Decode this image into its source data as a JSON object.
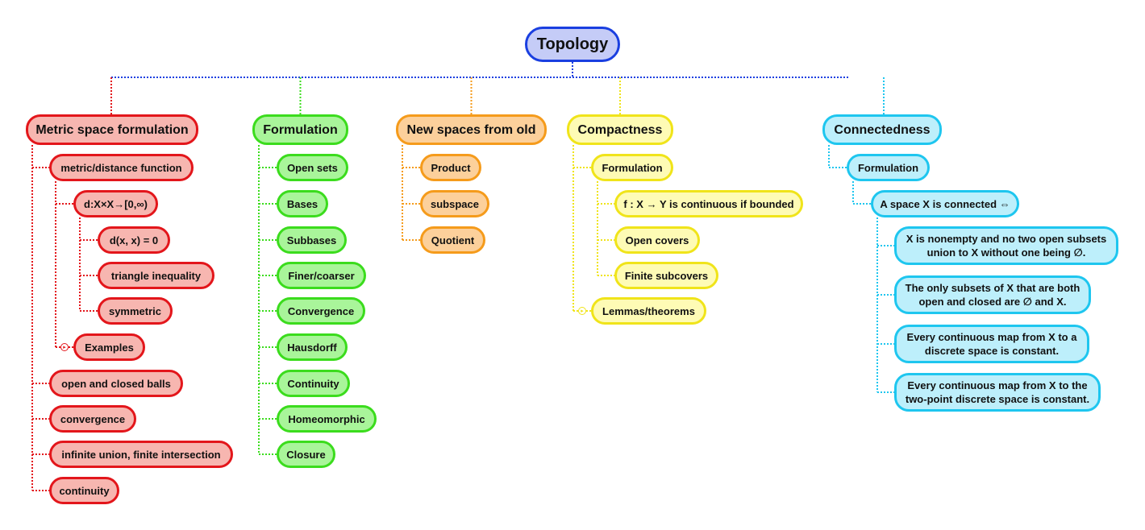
{
  "root": {
    "label": "Topology",
    "fill": "#c5ccf7",
    "stroke": "#1a3fe0"
  },
  "branches": [
    {
      "label": "Metric space formulation",
      "fill": "#f7b6b0",
      "stroke": "#e3161b",
      "children": [
        {
          "label": "metric/distance function",
          "children": [
            {
              "label": "d:X×X→[0,∞)",
              "children": [
                {
                  "label": "d(x, x) = 0"
                },
                {
                  "label": "triangle inequality"
                },
                {
                  "label": "symmetric"
                }
              ]
            },
            {
              "label": "Examples",
              "collapsed": true
            }
          ]
        },
        {
          "label": "open and closed balls"
        },
        {
          "label": "convergence"
        },
        {
          "label": "infinite union, finite intersection"
        },
        {
          "label": "continuity"
        }
      ]
    },
    {
      "label": "Formulation",
      "fill": "#a9f59a",
      "stroke": "#3bdc1d",
      "children": [
        {
          "label": "Open sets"
        },
        {
          "label": "Bases"
        },
        {
          "label": "Subbases"
        },
        {
          "label": "Finer/coarser"
        },
        {
          "label": "Convergence"
        },
        {
          "label": "Hausdorff"
        },
        {
          "label": "Continuity"
        },
        {
          "label": "Homeomorphic"
        },
        {
          "label": "Closure"
        }
      ]
    },
    {
      "label": "New spaces from old",
      "fill": "#fcd09b",
      "stroke": "#f59b1b",
      "children": [
        {
          "label": "Product"
        },
        {
          "label": "subspace"
        },
        {
          "label": "Quotient"
        }
      ]
    },
    {
      "label": "Compactness",
      "fill": "#fefbb5",
      "stroke": "#f0e41a",
      "children": [
        {
          "label": "Formulation",
          "children": [
            {
              "label": "f : X → Y is continuous if bounded"
            },
            {
              "label": "Open covers"
            },
            {
              "label": "Finite subcovers"
            }
          ]
        },
        {
          "label": "Lemmas/theorems",
          "collapsed": true
        }
      ]
    },
    {
      "label": "Connectedness",
      "fill": "#bdeffb",
      "stroke": "#1ec6ef",
      "children": [
        {
          "label": "Formulation",
          "children": [
            {
              "label": "A space X is connected ⇔",
              "children": [
                {
                  "label": "X is nonempty and no two open subsets union to X without one being ∅."
                },
                {
                  "label": "The only subsets of X that are both open and closed are ∅ and X."
                },
                {
                  "label": "Every continuous map from X to a discrete space is constant."
                },
                {
                  "label": "Every continuous map from X to the two-point discrete space is constant."
                }
              ]
            }
          ]
        }
      ]
    }
  ]
}
